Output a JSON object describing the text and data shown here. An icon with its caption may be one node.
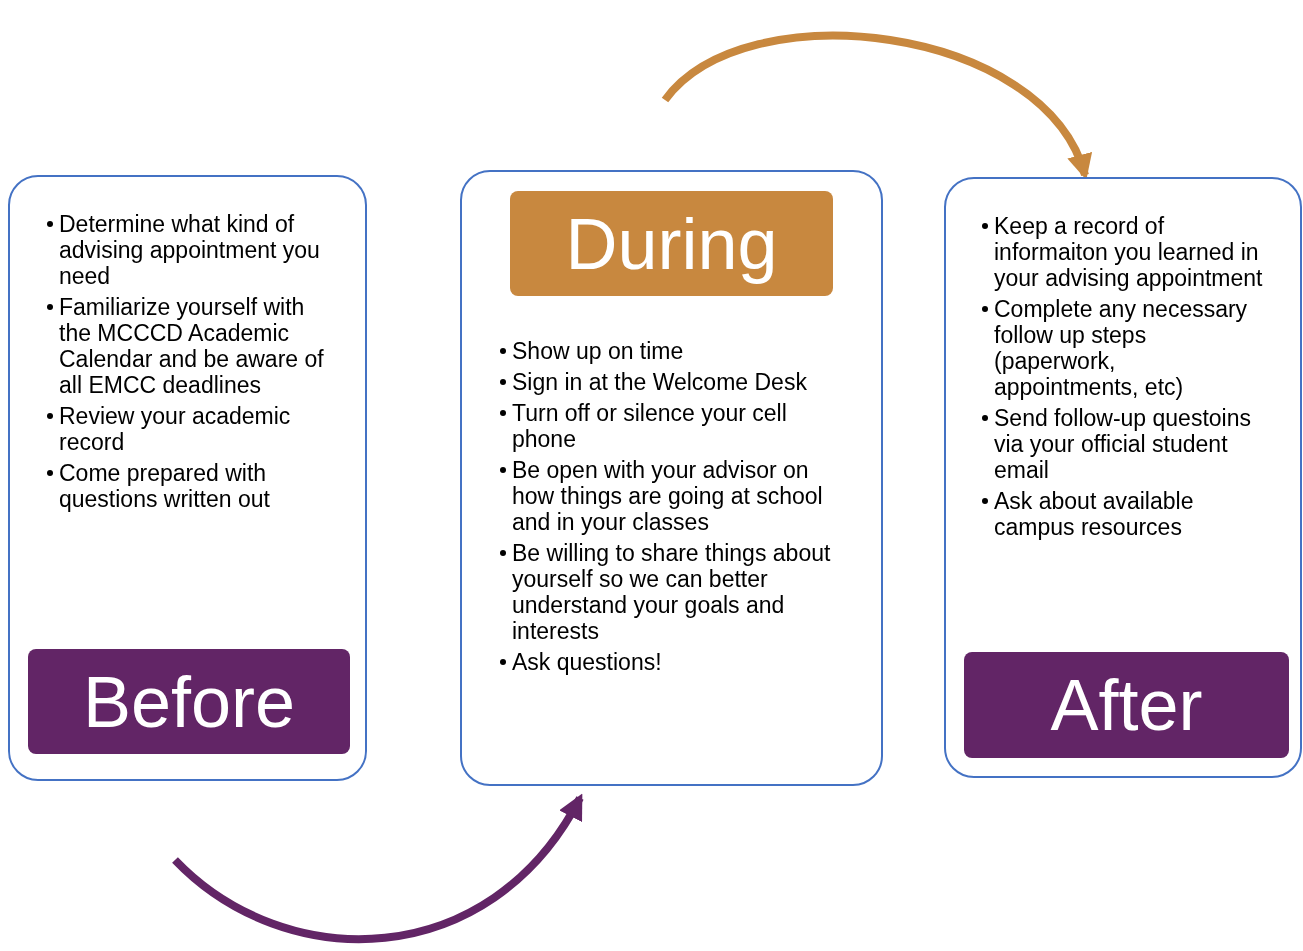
{
  "diagram": {
    "nodes": [
      {
        "text": [
          "Determine what kind of advising appointment you need",
          "Familiarize yourself with the MCCCD Academic Calendar and be aware of all EMCC deadlines",
          "Review your academic record",
          "Come prepared with questions written out"
        ]
      },
      {
        "text": [
          "Before"
        ],
        "in": 0
      },
      {
        "text": [
          "Show up on time",
          "Sign in at the Welcome Desk",
          "Turn off or silence your cell phone",
          "Be open with your advisor on how things are going at school and in your classes",
          "Be willing to share things about yourself so we can better understand your goals and interests",
          "Ask questions!"
        ]
      },
      {
        "text": [
          "During"
        ],
        "in": 2
      },
      {
        "text": [
          "Keep a record of informaiton you learned in your advising appointment",
          "Complete any necessary follow up steps (paperwork, appointments, etc)",
          "Send follow-up questoins via your official student email",
          "Ask about available campus resources"
        ]
      },
      {
        "text": [
          "After"
        ],
        "in": 4
      }
    ],
    "edges": [
      {
        "from": null,
        "to": 2,
        "arrow": "to",
        "color": "#622566"
      },
      {
        "from": null,
        "to": 4,
        "arrow": "to",
        "color": "#c8883f"
      }
    ]
  }
}
